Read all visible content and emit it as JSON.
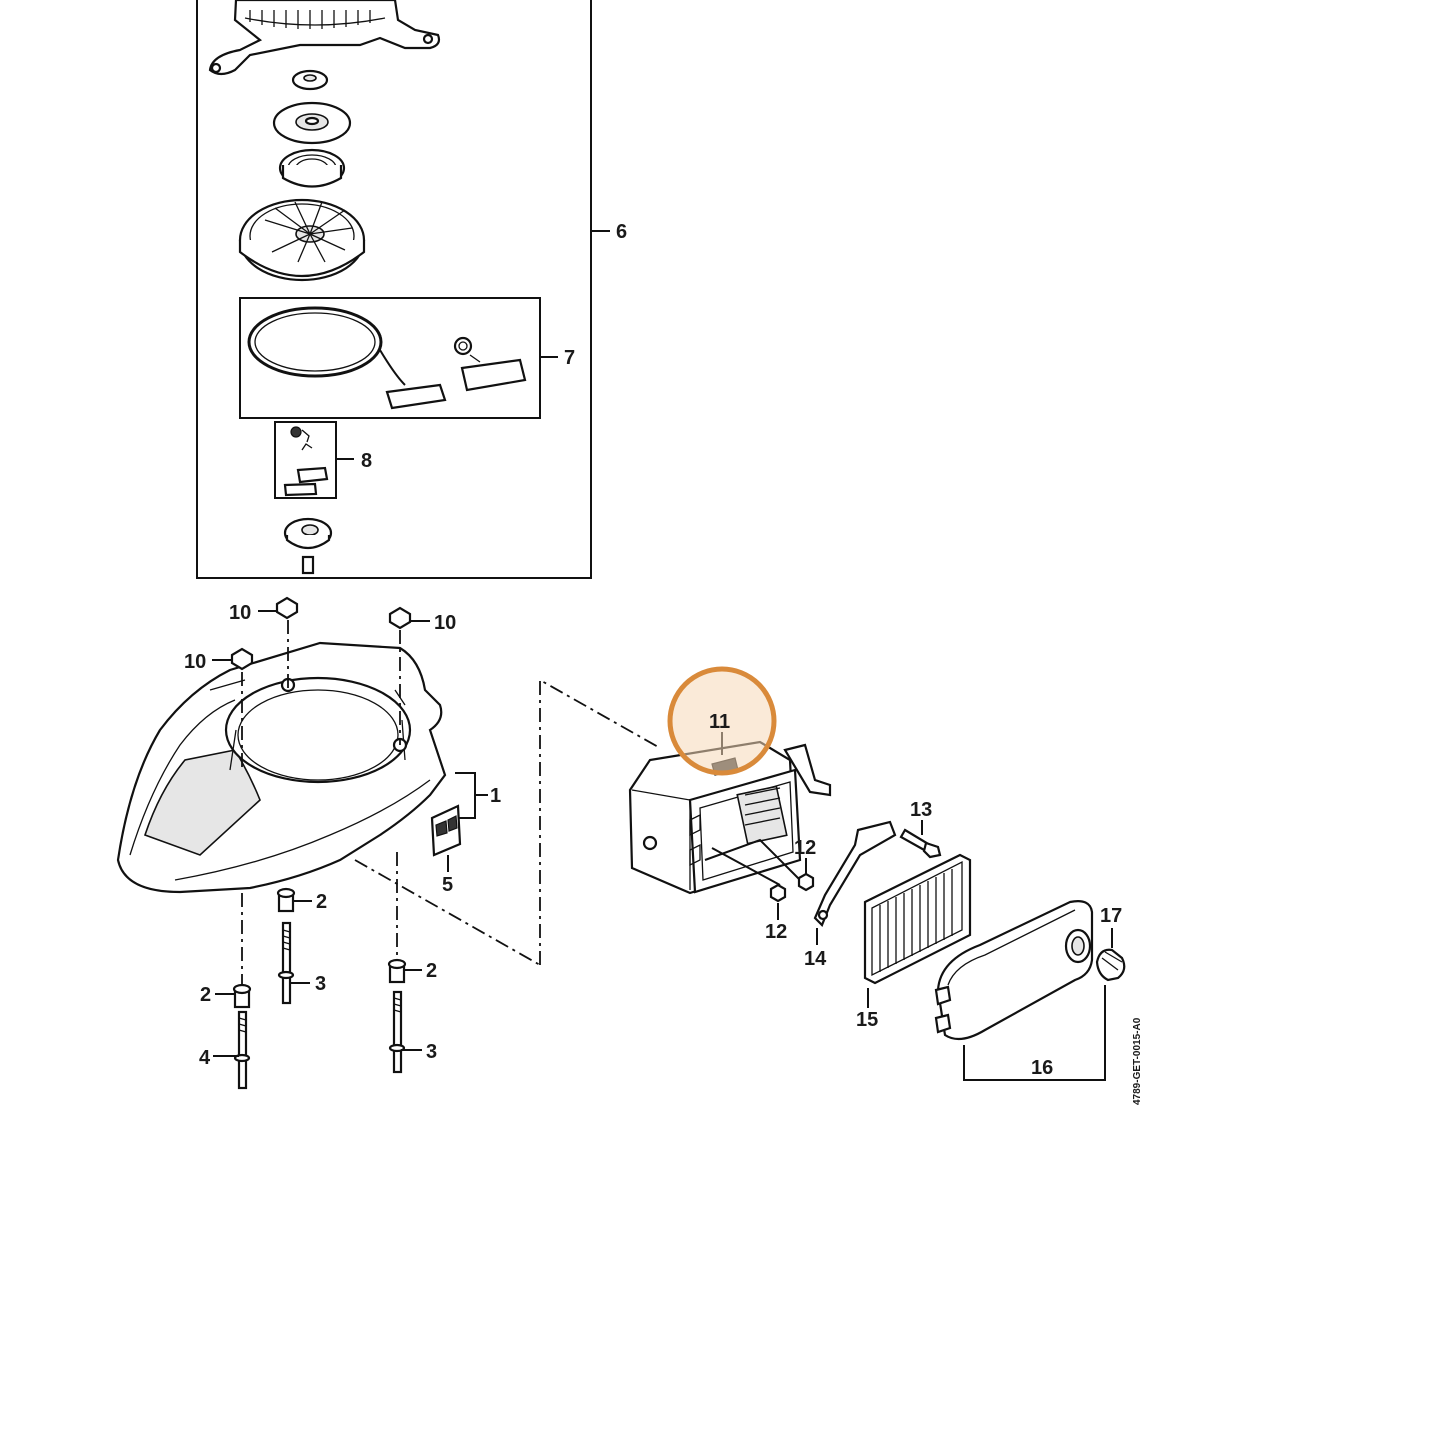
{
  "diagram": {
    "drawing_code": "4789-GET-0015-A0",
    "highlight_color": "#d98a3a",
    "highlighted_label": "11",
    "labels": {
      "l1": "1",
      "l2a": "2",
      "l2b": "2",
      "l2c": "2",
      "l3a": "3",
      "l3b": "3",
      "l4": "4",
      "l5": "5",
      "l6": "6",
      "l7": "7",
      "l8": "8",
      "l10a": "10",
      "l10b": "10",
      "l10c": "10",
      "l11": "11",
      "l12a": "12",
      "l12b": "12",
      "l13": "13",
      "l14": "14",
      "l15": "15",
      "l16": "16",
      "l17": "17"
    }
  }
}
